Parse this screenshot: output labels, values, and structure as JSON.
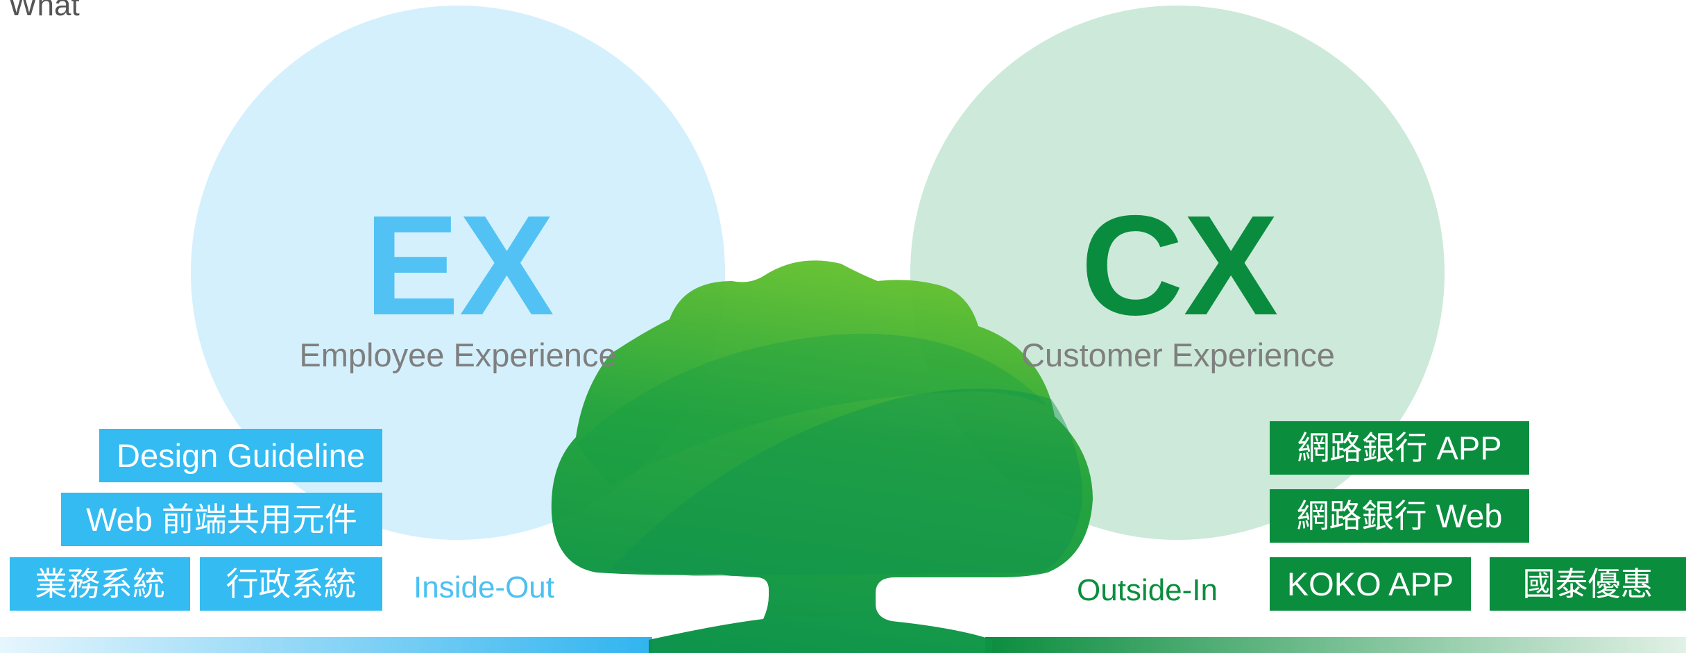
{
  "corner_label": "What",
  "ex": {
    "title": "EX",
    "subtitle": "Employee Experience",
    "direction": "Inside-Out",
    "tags": [
      "Design Guideline",
      "Web 前端共用元件",
      "業務系統",
      "行政系統"
    ]
  },
  "cx": {
    "title": "CX",
    "subtitle": "Customer Experience",
    "direction": "Outside-In",
    "tags": [
      "網路銀行 APP",
      "網路銀行 Web",
      "KOKO APP",
      "國泰優惠"
    ]
  },
  "colors": {
    "ex_circle": "#d4f0fc",
    "cx_circle": "#cce9d9",
    "ex_accent": "#33bbf2",
    "cx_accent": "#0b8d3e",
    "tree_light": "#62c12f",
    "tree_dark": "#089146"
  },
  "icons": {
    "center_logo": "tree-icon"
  }
}
